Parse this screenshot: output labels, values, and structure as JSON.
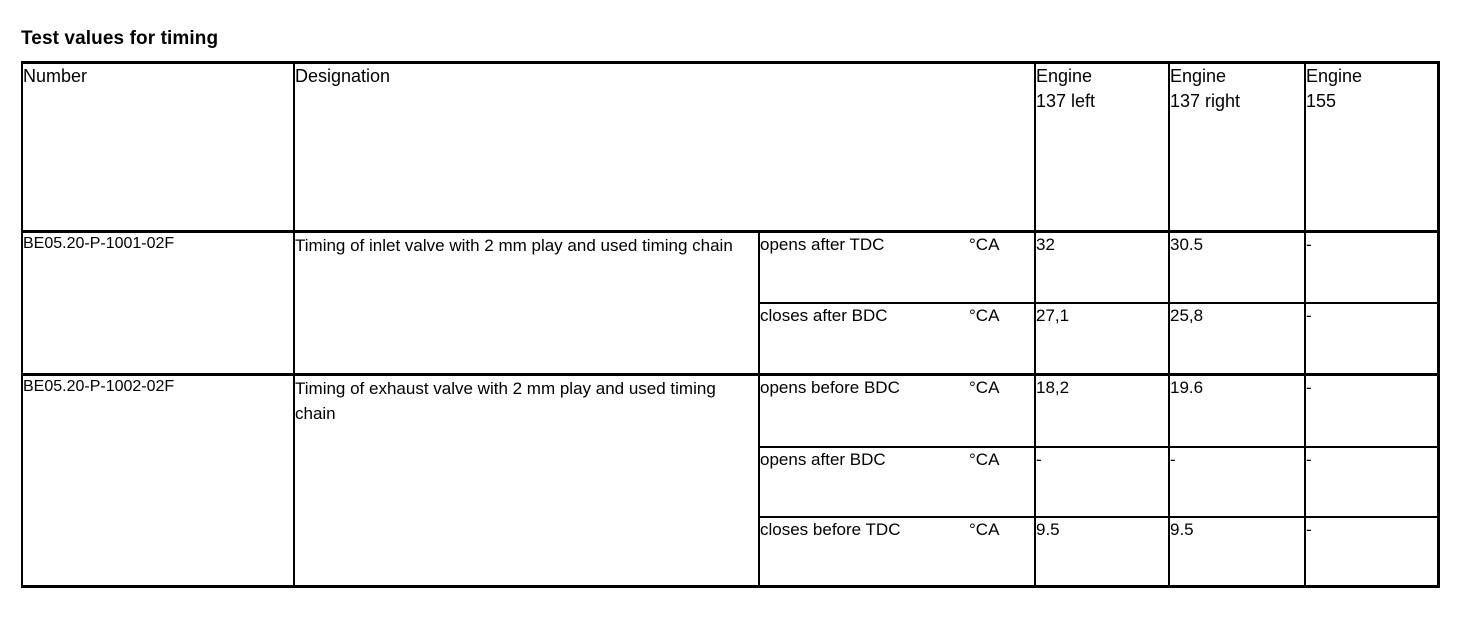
{
  "document": {
    "title": "Test values for timing"
  },
  "table": {
    "headers": {
      "number": "Number",
      "designation": "Designation",
      "engine_1_line1": "Engine",
      "engine_1_line2": "137 left",
      "engine_2_line1": "Engine",
      "engine_2_line2": "137 right",
      "engine_3_line1": "Engine",
      "engine_3_line2": "155"
    },
    "sections": [
      {
        "number": "BE05.20-P-1001-02F",
        "designation": "Timing of inlet valve with 2 mm play and used timing chain",
        "rows": [
          {
            "condition": "opens after TDC",
            "unit": "°CA",
            "engine_137_left": "32",
            "engine_137_right": "30.5",
            "engine_155": "-"
          },
          {
            "condition": "closes after BDC",
            "unit": "°CA",
            "engine_137_left": "27,1",
            "engine_137_right": "25,8",
            "engine_155": "-"
          }
        ]
      },
      {
        "number": "BE05.20-P-1002-02F",
        "designation": "Timing of exhaust valve with 2 mm play and used timing chain",
        "rows": [
          {
            "condition": "opens before BDC",
            "unit": "°CA",
            "engine_137_left": "18,2",
            "engine_137_right": "19.6",
            "engine_155": "-"
          },
          {
            "condition": "opens after BDC",
            "unit": "°CA",
            "engine_137_left": "-",
            "engine_137_right": "-",
            "engine_155": "-"
          },
          {
            "condition": "closes before TDC",
            "unit": "°CA",
            "engine_137_left": "9.5",
            "engine_137_right": "9.5",
            "engine_155": "-"
          }
        ]
      }
    ]
  },
  "colors": {
    "text": "#000000",
    "background": "#ffffff",
    "rule": "#000000"
  }
}
